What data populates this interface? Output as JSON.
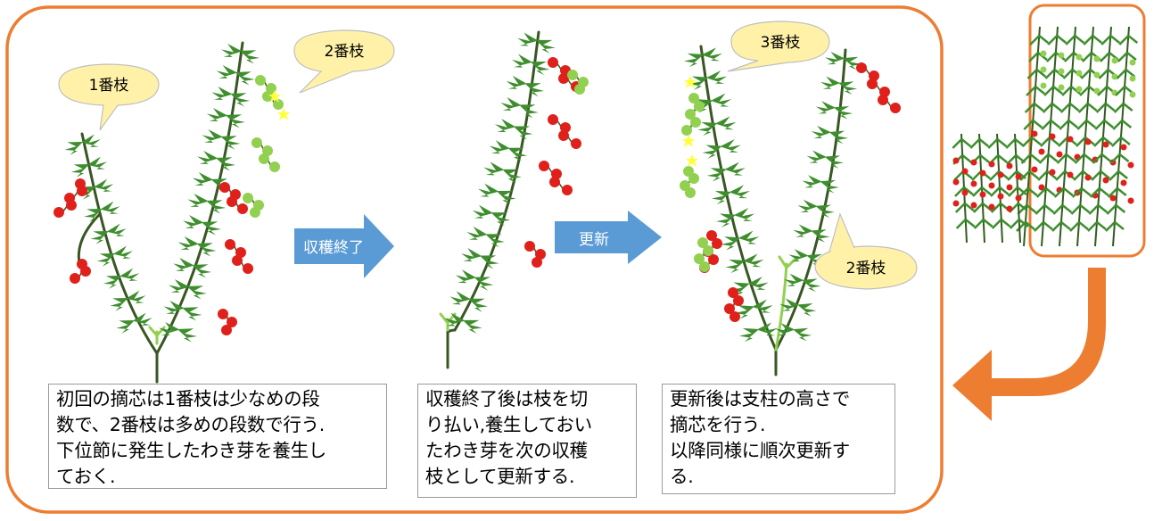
{
  "colors": {
    "frame": "#ED7D31",
    "arrow_blue": "#5B9BD5",
    "callout_fill": "#FFF2A8",
    "stem": "#385723",
    "leaf": "#3E8E2E",
    "fruit_red": "#E0201B",
    "fruit_green": "#92D050",
    "flower": "#FFFF33"
  },
  "callouts": {
    "branch1": "1番枝",
    "branch2_top": "2番枝",
    "branch3": "3番枝",
    "branch2_bottom": "2番枝"
  },
  "arrows": {
    "harvest_end": "収穫終了",
    "renewal": "更新"
  },
  "captions": [
    "初回の摘芯は1番枝は少なめの段\n数で、2番枝は多めの段数で行う.\n下位節に発生したわき芽を養生し\nておく.",
    "収穫終了後は枝を切\nり払い,養生しておい\nたわき芽を次の収穫\n枝として更新する.",
    "更新後は支柱の高さで\n摘芯を行う.\n以降同様に順次更新す\nる."
  ],
  "icons": {
    "return_arrow": "curved-return-arrow-icon",
    "plant": "tomato-plant-icon"
  }
}
